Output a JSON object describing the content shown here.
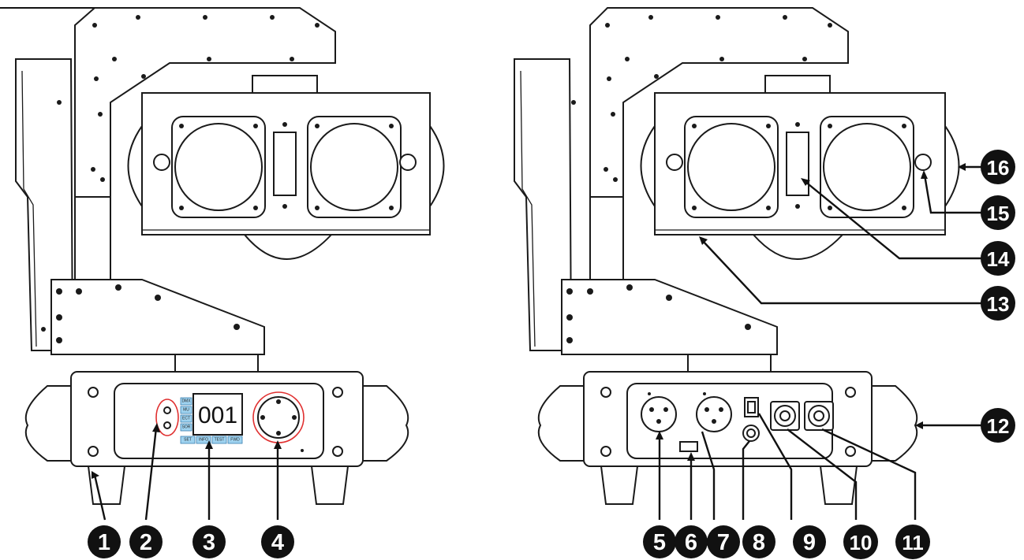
{
  "display": {
    "value": "001",
    "side_buttons": [
      "DMX",
      "MU",
      "ECT",
      "SOR"
    ],
    "bottom_buttons": [
      "SET",
      "INFO",
      "TEST",
      "FWD"
    ]
  },
  "callouts": [
    {
      "id": "1",
      "label": "1"
    },
    {
      "id": "2",
      "label": "2"
    },
    {
      "id": "3",
      "label": "3"
    },
    {
      "id": "4",
      "label": "4"
    },
    {
      "id": "5",
      "label": "5"
    },
    {
      "id": "6",
      "label": "6"
    },
    {
      "id": "7",
      "label": "7"
    },
    {
      "id": "8",
      "label": "8"
    },
    {
      "id": "9",
      "label": "9"
    },
    {
      "id": "10",
      "label": "10"
    },
    {
      "id": "11",
      "label": "11"
    },
    {
      "id": "12",
      "label": "12"
    },
    {
      "id": "13",
      "label": "13"
    },
    {
      "id": "14",
      "label": "14"
    },
    {
      "id": "15",
      "label": "15"
    },
    {
      "id": "16",
      "label": "16"
    }
  ],
  "colors": {
    "outline": "#1a1a1a",
    "badge": "#111111",
    "button_fill": "#9fd3f0",
    "highlight_ring": "#e03030"
  }
}
